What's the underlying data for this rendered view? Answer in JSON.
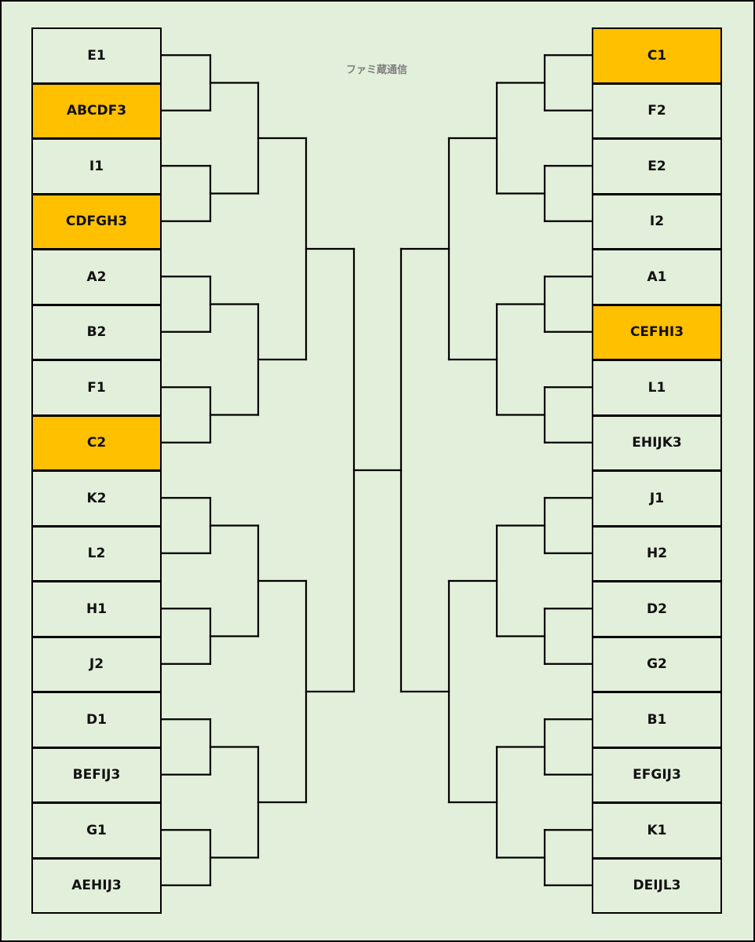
{
  "credit": "ファミ蔵通信",
  "colors": {
    "background": "#e2efda",
    "highlight": "#ffc000",
    "line": "#000000"
  },
  "left": [
    {
      "label": "E1",
      "highlight": false
    },
    {
      "label": "ABCDF3",
      "highlight": true
    },
    {
      "label": "I1",
      "highlight": false
    },
    {
      "label": "CDFGH3",
      "highlight": true
    },
    {
      "label": "A2",
      "highlight": false
    },
    {
      "label": "B2",
      "highlight": false
    },
    {
      "label": "F1",
      "highlight": false
    },
    {
      "label": "C2",
      "highlight": true
    },
    {
      "label": "K2",
      "highlight": false
    },
    {
      "label": "L2",
      "highlight": false
    },
    {
      "label": "H1",
      "highlight": false
    },
    {
      "label": "J2",
      "highlight": false
    },
    {
      "label": "D1",
      "highlight": false
    },
    {
      "label": "BEFIJ3",
      "highlight": false
    },
    {
      "label": "G1",
      "highlight": false
    },
    {
      "label": "AEHIJ3",
      "highlight": false
    }
  ],
  "right": [
    {
      "label": "C1",
      "highlight": true
    },
    {
      "label": "F2",
      "highlight": false
    },
    {
      "label": "E2",
      "highlight": false
    },
    {
      "label": "I2",
      "highlight": false
    },
    {
      "label": "A1",
      "highlight": false
    },
    {
      "label": "CEFHI3",
      "highlight": true
    },
    {
      "label": "L1",
      "highlight": false
    },
    {
      "label": "EHIJK3",
      "highlight": false
    },
    {
      "label": "J1",
      "highlight": false
    },
    {
      "label": "H2",
      "highlight": false
    },
    {
      "label": "D2",
      "highlight": false
    },
    {
      "label": "G2",
      "highlight": false
    },
    {
      "label": "B1",
      "highlight": false
    },
    {
      "label": "EFGIJ3",
      "highlight": false
    },
    {
      "label": "K1",
      "highlight": false
    },
    {
      "label": "DEIJL3",
      "highlight": false
    }
  ]
}
